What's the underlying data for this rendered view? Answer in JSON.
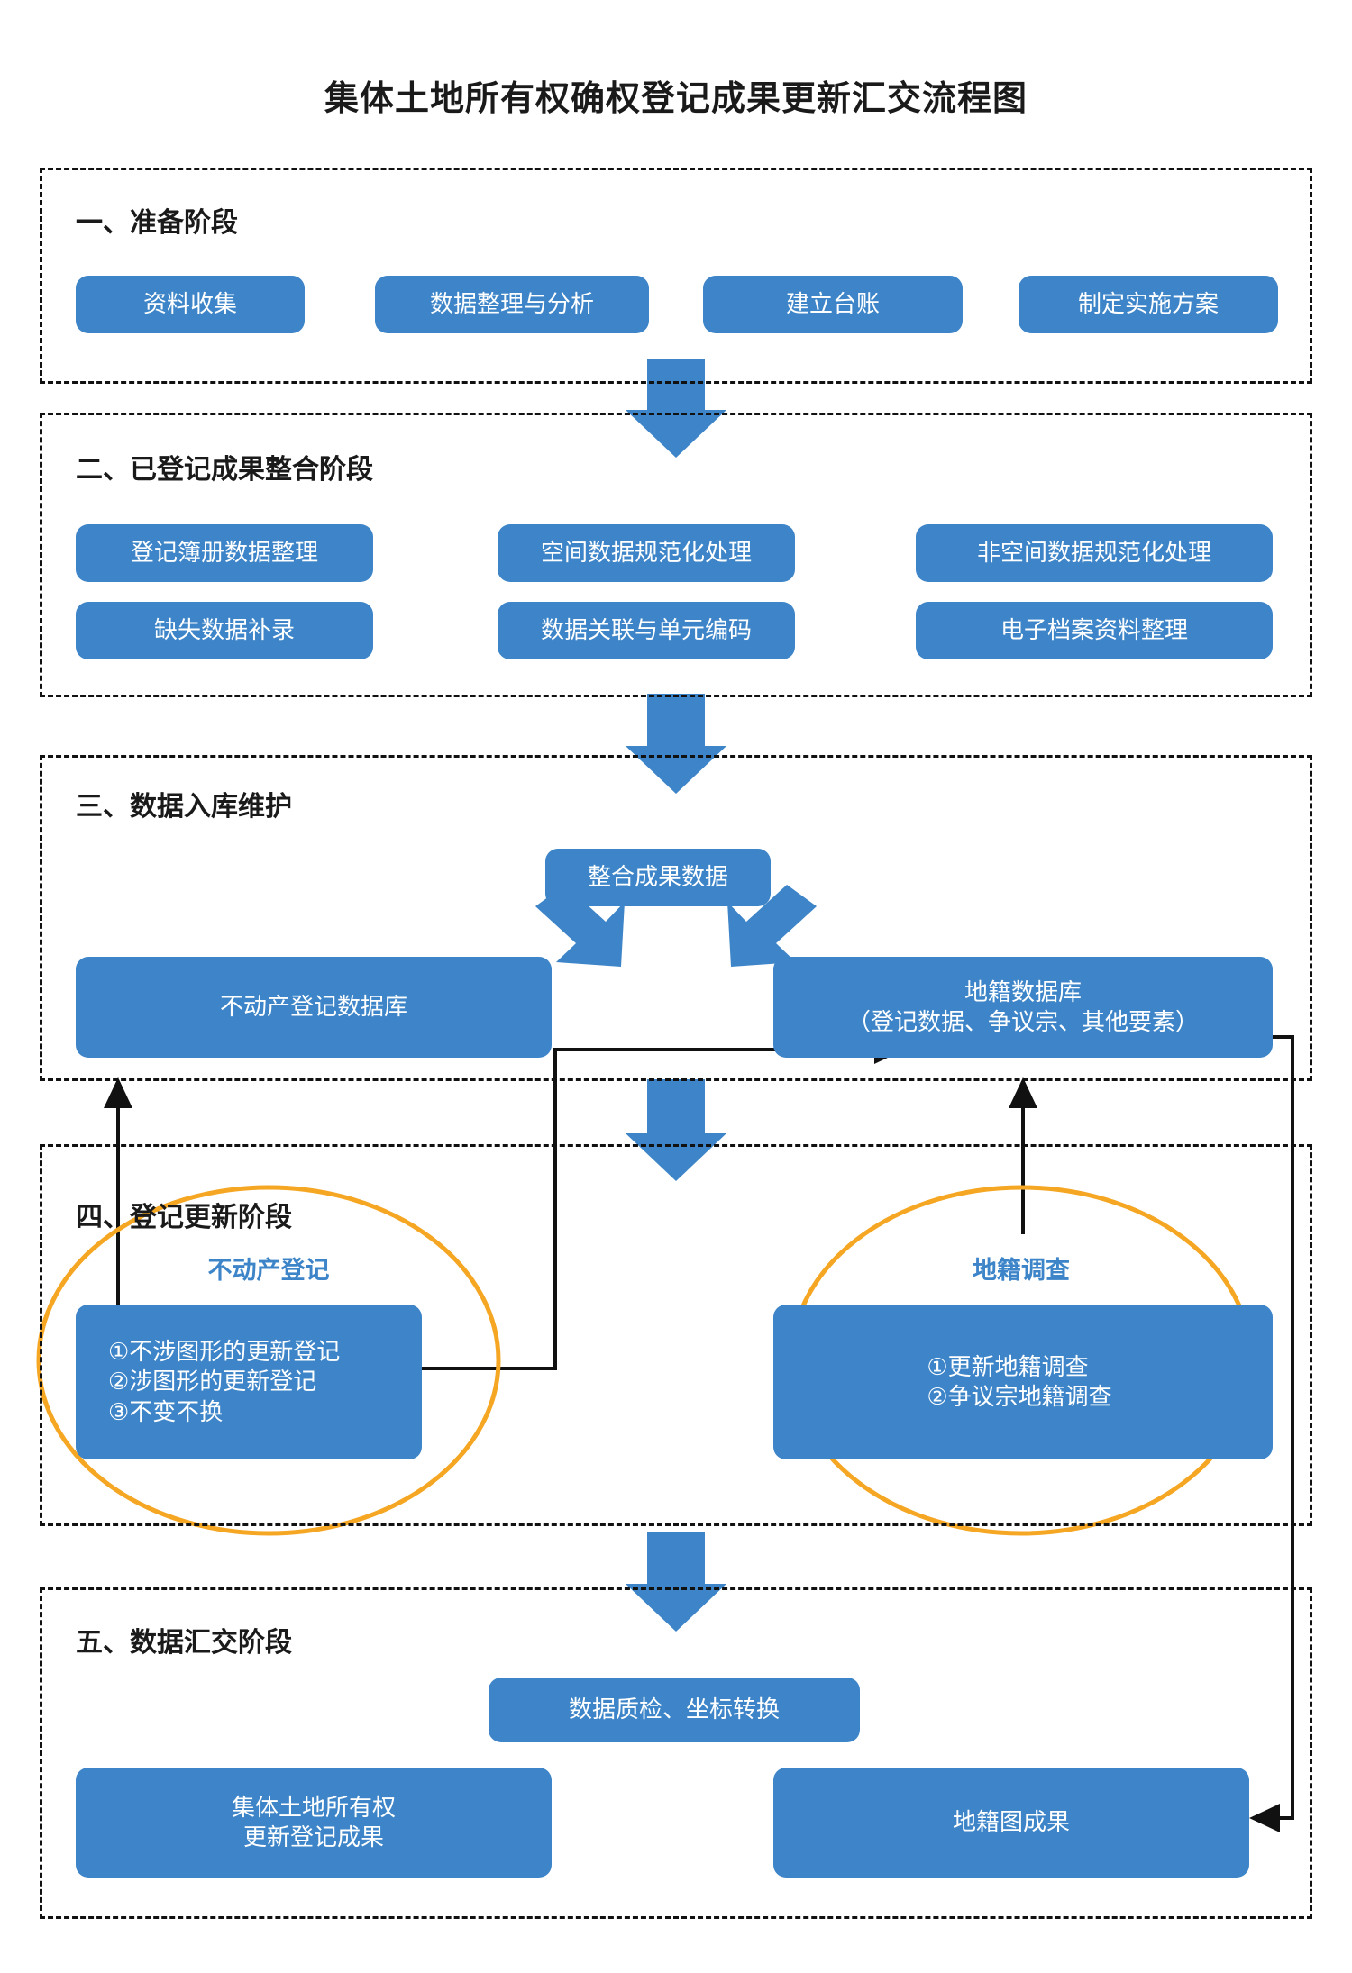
{
  "title": "集体土地所有权确权登记成果更新汇交流程图",
  "colors": {
    "node_blue": "#3d85c8",
    "arrow_blue": "#3d85c8",
    "ellipse_orange": "#f5a623",
    "connector_black": "#111111",
    "stage_border": "#111111",
    "text_white": "#ffffff",
    "title_black": "#1a1a1a"
  },
  "stages": [
    {
      "id": "stage-1",
      "label": "一、准备阶段",
      "nodes": [
        {
          "id": "n-ziliaoshouji",
          "label": "资料收集"
        },
        {
          "id": "n-shujuzhengli",
          "label": "数据整理与分析"
        },
        {
          "id": "n-jianlitaizhang",
          "label": "建立台账"
        },
        {
          "id": "n-zhidingfangan",
          "label": "制定实施方案"
        }
      ]
    },
    {
      "id": "stage-2",
      "label": "二、已登记成果整合阶段",
      "nodes": [
        {
          "id": "n-dengjibuce",
          "label": "登记簿册数据整理"
        },
        {
          "id": "n-kongjianguifan",
          "label": "空间数据规范化处理"
        },
        {
          "id": "n-feikongjianguifan",
          "label": "非空间数据规范化处理"
        },
        {
          "id": "n-queshibulu",
          "label": "缺失数据补录"
        },
        {
          "id": "n-guanlianbianma",
          "label": "数据关联与单元编码"
        },
        {
          "id": "n-dianzidangan",
          "label": "电子档案资料整理"
        }
      ]
    },
    {
      "id": "stage-3",
      "label": "三、数据入库维护",
      "nodes": [
        {
          "id": "n-zhenghechengguo",
          "label": "整合成果数据"
        },
        {
          "id": "n-budongchanku",
          "label": "不动产登记数据库"
        },
        {
          "id": "n-dijiku",
          "label": "地籍数据库\n（登记数据、争议宗、其他要素）"
        }
      ]
    },
    {
      "id": "stage-4",
      "label": "四、登记更新阶段",
      "groups": [
        {
          "id": "group-budongchan",
          "ellipse_label": "不动产登记",
          "items": "①不涉图形的更新登记\n②涉图形的更新登记\n③不变不换"
        },
        {
          "id": "group-dijidiaocha",
          "ellipse_label": "地籍调查",
          "items": "①更新地籍调查\n②争议宗地籍调查"
        }
      ]
    },
    {
      "id": "stage-5",
      "label": "五、数据汇交阶段",
      "nodes": [
        {
          "id": "n-zhijianzhuanhuan",
          "label": "数据质检、坐标转换"
        },
        {
          "id": "n-jitisuoyouquan",
          "label": "集体土地所有权\n更新登记成果"
        },
        {
          "id": "n-dijituchengguo",
          "label": "地籍图成果"
        }
      ]
    }
  ],
  "flow_arrows": [
    {
      "id": "arrow-stage1-to-stage2",
      "kind": "down-block-arrow"
    },
    {
      "id": "arrow-stage2-to-stage3",
      "kind": "down-block-arrow"
    },
    {
      "id": "arrow-stage3-to-stage4",
      "kind": "down-block-arrow"
    },
    {
      "id": "arrow-stage4-to-stage5",
      "kind": "down-block-arrow"
    },
    {
      "id": "arrow-zhenghe-to-budongchanku",
      "kind": "diag-left-arrow"
    },
    {
      "id": "arrow-zhenghe-to-dijiku",
      "kind": "diag-right-arrow"
    },
    {
      "id": "connector-update-to-budongchanku",
      "kind": "line-up-arrow"
    },
    {
      "id": "connector-update-to-dijiku",
      "kind": "line-right-arrow"
    },
    {
      "id": "connector-dijidiaocha-to-dijiku",
      "kind": "line-up-arrow"
    },
    {
      "id": "connector-dijiku-to-dijitu",
      "kind": "line-left-arrow"
    }
  ]
}
